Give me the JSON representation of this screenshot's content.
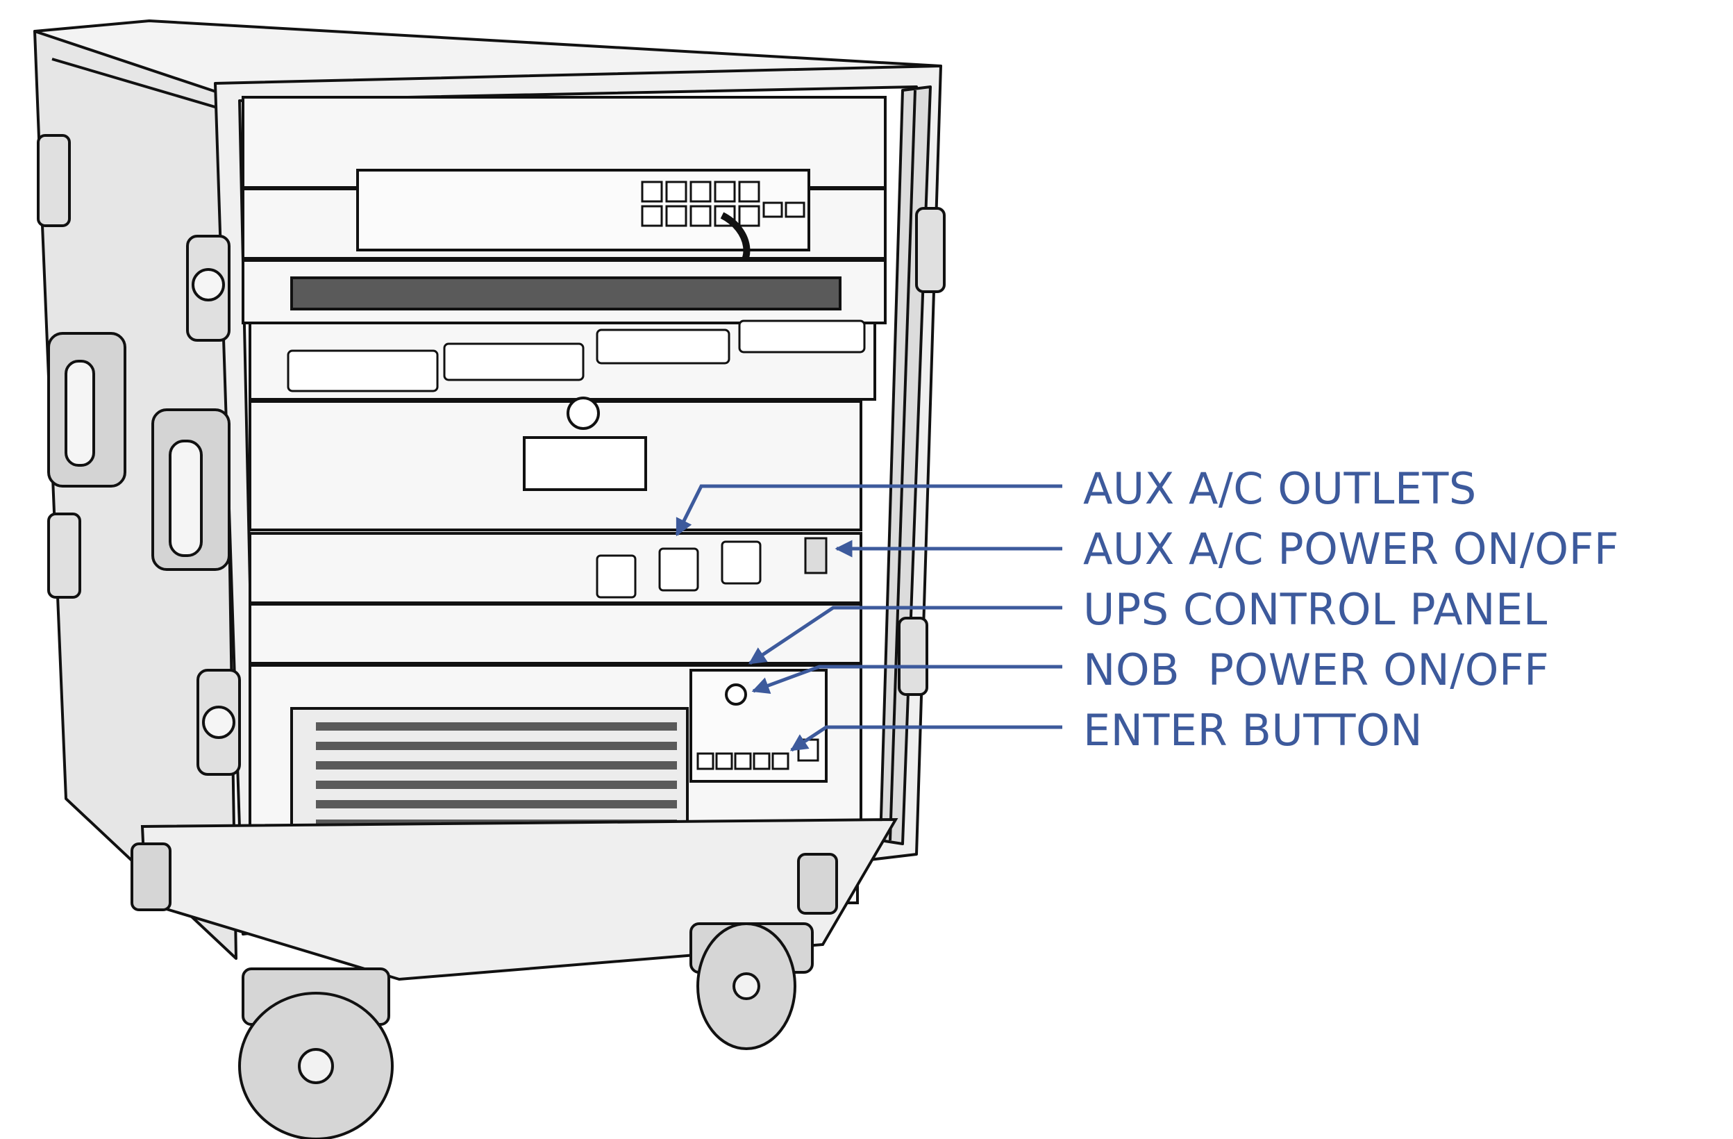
{
  "colors": {
    "callout": "#3d5a9c",
    "outline": "#111111",
    "case_fill": "#e9e9e9",
    "panel_fill": "#f6f6f6",
    "vent_fill": "#5a5a5a",
    "caster_fill": "#d6d6d6"
  },
  "icons": {
    "arrow": "arrow-head-icon",
    "outlet": "ac-outlet-icon",
    "switch": "rocker-switch-icon"
  },
  "callouts": [
    {
      "key": "aux_outlets",
      "label": "AUX A/C OUTLETS"
    },
    {
      "key": "aux_power",
      "label": "AUX A/C POWER ON/OFF"
    },
    {
      "key": "ups_panel",
      "label": "UPS CONTROL PANEL"
    },
    {
      "key": "nob_power",
      "label": "NOB  POWER ON/OFF"
    },
    {
      "key": "enter_button",
      "label": "ENTER BUTTON"
    }
  ]
}
